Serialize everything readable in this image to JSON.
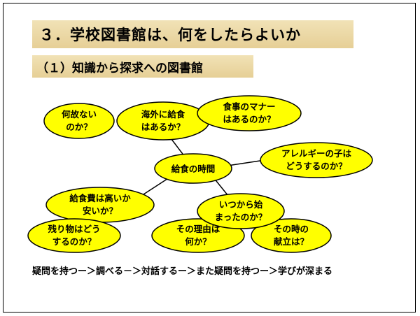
{
  "slide": {
    "title": "３．学校図書館は、何をしたらよいか",
    "subtitle": "（１）知識から探求への図書館",
    "footer": "疑問を持つー＞調べる－＞対話するー＞また疑問を持つー＞学びが深まる"
  },
  "diagram": {
    "center": [
      "給食の時間"
    ],
    "nodes": [
      {
        "id": "nanoyue",
        "lines": [
          "何故ない",
          "のか？"
        ]
      },
      {
        "id": "kaigai",
        "lines": [
          "海外に給食",
          "はあるか？"
        ]
      },
      {
        "id": "manner",
        "lines": [
          "食事のマナー",
          "はあるのか？"
        ]
      },
      {
        "id": "allergy",
        "lines": [
          "アレルギーの子は",
          "どうするのか？"
        ]
      },
      {
        "id": "hiyou",
        "lines": [
          "給食費は高いか",
          "安いか？"
        ]
      },
      {
        "id": "itsukara",
        "lines": [
          "いつから始",
          "まったのか？"
        ]
      },
      {
        "id": "nokori",
        "lines": [
          "残り物はどう",
          "するのか？"
        ]
      },
      {
        "id": "riyuu",
        "lines": [
          "その理由は",
          "何か？"
        ]
      },
      {
        "id": "kondate",
        "lines": [
          "その時の",
          "献立は？"
        ]
      }
    ],
    "colors": {
      "fill": "#ffff00",
      "stroke": "#000000",
      "line": "#000000"
    }
  }
}
